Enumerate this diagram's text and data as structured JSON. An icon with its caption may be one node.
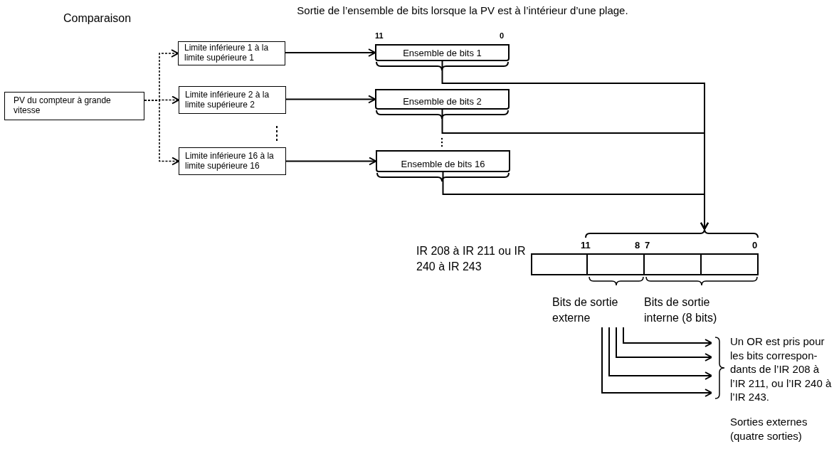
{
  "diagram": {
    "title": "Sortie de l’ensemble de bits lorsque la PV est à l’intérieur d’une plage.",
    "nodes": [
      {
        "text": [
          "PV du compteur à grande vitesse"
        ]
      },
      {
        "text": [
          "Limite inférieure 1 à la limite supérieure 1"
        ]
      },
      {
        "text": [
          "Limite inférieure 2 à la limite supérieure 2"
        ]
      },
      {
        "text": [
          "Limite inférieure 16 à la limite supérieure 16"
        ]
      },
      {
        "text": [
          "Ensemble de bits 1"
        ],
        "beside": [
          "11",
          "0"
        ]
      },
      {
        "text": [
          "Ensemble de bits 2"
        ]
      },
      {
        "text": [
          "Ensemble de bits 16"
        ]
      },
      {
        "text": [],
        "shape": "box",
        "beside": [
          "IR 208 à IR 211 ou IR 240 à IR 243",
          "11",
          "8",
          "7",
          "0"
        ]
      },
      {
        "text": [
          "Bits de sortie externe"
        ]
      }
    ],
    "edges": [
      {
        "from": 0,
        "to": 1,
        "arrow": "to",
        "style": "dashed"
      },
      {
        "from": 0,
        "to": 2,
        "arrow": "to",
        "style": "dashed"
      },
      {
        "from": 0,
        "to": 3,
        "arrow": "to",
        "style": "dashed"
      },
      {
        "from": 1,
        "to": 4,
        "arrow": "to"
      },
      {
        "from": 2,
        "to": 5,
        "arrow": "to"
      },
      {
        "from": 3,
        "to": 6,
        "arrow": "to"
      },
      {
        "from": 4,
        "to": 7,
        "arrow": "to"
      },
      {
        "from": 5,
        "to": 7,
        "arrow": "to"
      },
      {
        "from": 6,
        "to": 7,
        "arrow": "to"
      },
      {
        "from": 8,
        "to": null,
        "arrow": "to"
      },
      {
        "from": 8,
        "to": null,
        "arrow": "to"
      },
      {
        "from": 8,
        "to": null,
        "arrow": "to"
      },
      {
        "from": 8,
        "to": null,
        "arrow": "to"
      }
    ],
    "labels": [
      "Comparaison",
      "Bits de sortie interne (8 bits)",
      "Un OR est pris pour les bits correspon- dants de l’IR 208 à l’IR 211, ou l’IR 240 à l’IR 243.",
      "Sorties externes (quatre sorties)"
    ]
  }
}
